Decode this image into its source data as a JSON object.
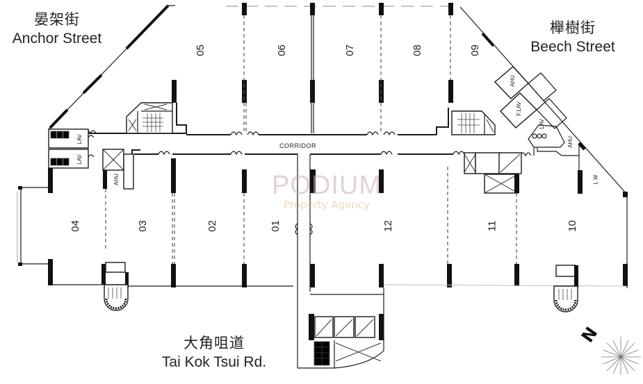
{
  "streets": {
    "anchor": {
      "zh": "晏架街",
      "en": "Anchor Street"
    },
    "beech": {
      "zh": "櫸樹街",
      "en": "Beech Street"
    },
    "tai_kok_tsui": {
      "zh": "大角咀道",
      "en": "Tai Kok Tsui Rd."
    }
  },
  "corridor_label": "CORRIDOR",
  "units": {
    "u01": "01",
    "u02": "02",
    "u03": "03",
    "u04": "04",
    "u05": "05",
    "u06": "06",
    "u07": "07",
    "u08": "08",
    "u09": "09",
    "u10": "10",
    "u11": "11",
    "u12": "12"
  },
  "service_labels": {
    "ahu_left": "AHU",
    "ahu_right_top": "AHU",
    "ahu_right_mid": "AHU",
    "lav_left_top": "LAV",
    "lav_left_bottom": "LAV",
    "lav_right_f": "F.LAV",
    "lav_right_m": "LAV",
    "lw": "L W"
  },
  "watermark": {
    "main": "PODIUM",
    "sub": "Property Agency"
  },
  "north_arrow": {
    "label": "N",
    "icon": "north-arrow-icon"
  }
}
